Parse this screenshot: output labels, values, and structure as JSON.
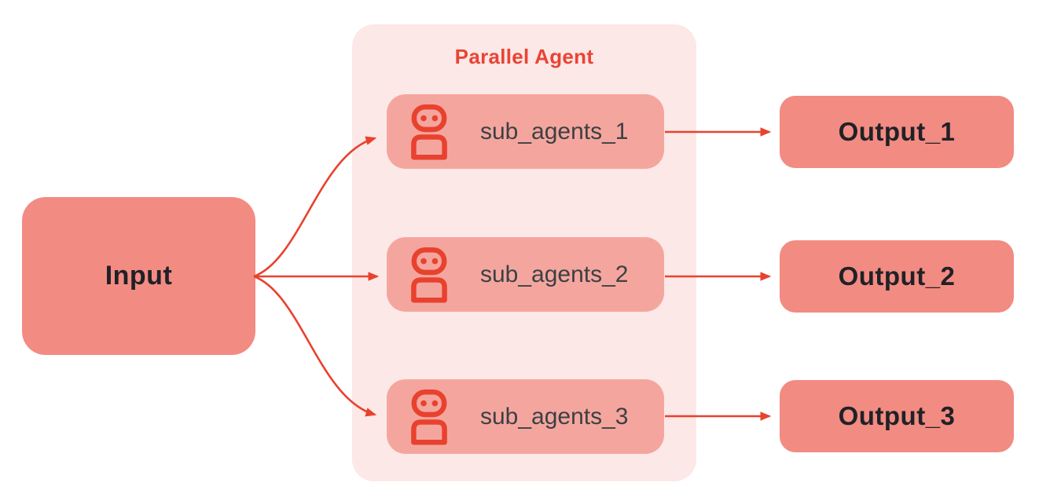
{
  "diagram": {
    "input": {
      "label": "Input"
    },
    "parallel": {
      "title": "Parallel Agent",
      "agents": [
        {
          "label": "sub_agents_1",
          "icon": "robot-icon"
        },
        {
          "label": "sub_agents_2",
          "icon": "robot-icon"
        },
        {
          "label": "sub_agents_3",
          "icon": "robot-icon"
        }
      ]
    },
    "outputs": [
      {
        "label": "Output_1"
      },
      {
        "label": "Output_2"
      },
      {
        "label": "Output_3"
      }
    ],
    "colors": {
      "accent_red": "#E8422F",
      "title_red": "#EA4335",
      "node_fill": "#F28B82",
      "subagent_fill": "#F4A69E",
      "container_fill": "#FCE8E6",
      "node_text": "#202126",
      "subagent_text": "#3C4043",
      "background": "#FFFFFF"
    }
  }
}
